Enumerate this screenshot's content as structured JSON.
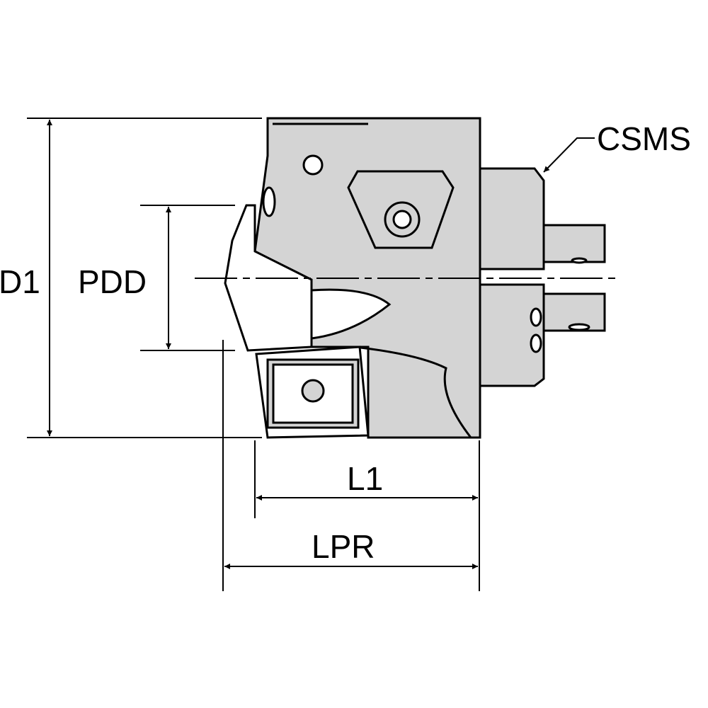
{
  "labels": {
    "d1": "D1",
    "pdd": "PDD",
    "csms": "CSMS",
    "l1": "L1",
    "lpr": "LPR"
  },
  "colors": {
    "body": "#d4d4d4",
    "line": "#000000",
    "insert": "#ffffff"
  }
}
